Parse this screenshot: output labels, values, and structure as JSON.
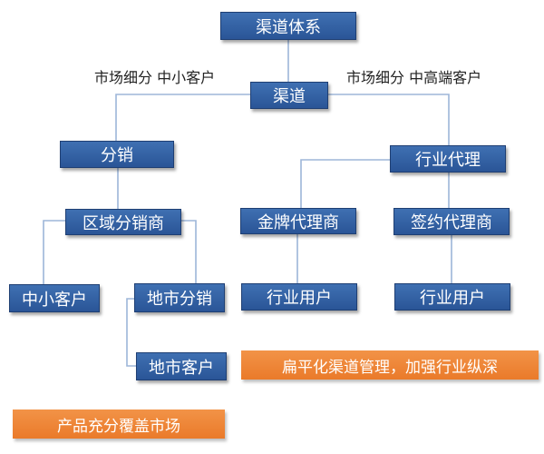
{
  "diagram": {
    "root": "渠道体系",
    "channel": "渠道",
    "left_caption": "市场细分  中小客户",
    "right_caption": "市场细分 中高端客户",
    "distribution": "分销",
    "regional_distributor": "区域分销商",
    "smb_customer": "中小客户",
    "local_distribution": "地市分销",
    "local_customer": "地市客户",
    "industry_agent": "行业代理",
    "gold_agent": "金牌代理商",
    "contract_agent": "签约代理商",
    "industry_user_1": "行业用户",
    "industry_user_2": "行业用户",
    "note_coverage": "产品充分覆盖市场",
    "note_flat": "扁平化渠道管理，加强行业纵深"
  },
  "colors": {
    "box_blue": "#2f5c9e",
    "box_orange": "#ee8434",
    "line": "#9db6d9"
  }
}
